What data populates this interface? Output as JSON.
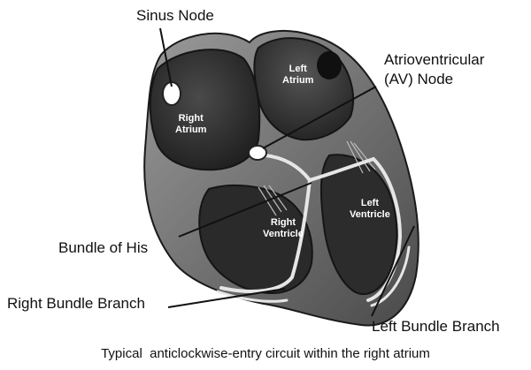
{
  "labels": {
    "sinus_node": "Sinus Node",
    "av_node_line1": "Atrioventricular",
    "av_node_line2": "(AV) Node",
    "bundle_of_his": "Bundle of His",
    "right_bundle_branch": "Right Bundle Branch",
    "left_bundle_branch": "Left Bundle Branch"
  },
  "chambers": {
    "right_atrium_1": "Right",
    "right_atrium_2": "Atrium",
    "left_atrium_1": "Left",
    "left_atrium_2": "Atrium",
    "right_ventricle_1": "Right",
    "right_ventricle_2": "Ventricle",
    "left_ventricle_1": "Left",
    "left_ventricle_2": "Ventricle"
  },
  "caption": "Typical  anticlockwise-entry circuit within the right atrium",
  "colors": {
    "tissue_dark": "#2b2b2b",
    "tissue_mid": "#5a5a5a",
    "tissue_light": "#8c8c8c",
    "conduction": "#e6e6e6",
    "pointer": "#111111"
  }
}
